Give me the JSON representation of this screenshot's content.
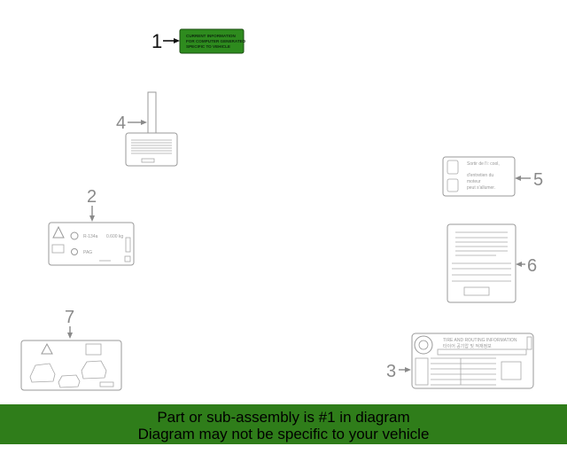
{
  "diagram": {
    "callouts": [
      "1",
      "2",
      "3",
      "4",
      "5",
      "6",
      "7"
    ],
    "part1_label_lines": [
      "CURRENT INFORMATION",
      "FOR COMPUTER GENERATED",
      "SPECIFIC TO VEHICLE"
    ],
    "part2_label": {
      "refrigerant": "R-134a",
      "amount": "0.600 kg",
      "oil": "PAG"
    },
    "part3_label": {
      "title": "TIRE AND ROUTING INFORMATION",
      "subtitle": "타이어 공기압 및 적재정보"
    },
    "part5_label_lines": [
      "Sortir de l'i: cool,",
      "d'entretien du",
      "moteur",
      "peut s'allumer."
    ]
  },
  "banner": {
    "line1": "Part or sub-assembly is #1 in diagram",
    "line2": "Diagram may not be specific to your vehicle"
  },
  "colors": {
    "banner_green": "#2f7d1a",
    "label1_green": "#2e8b1e"
  }
}
